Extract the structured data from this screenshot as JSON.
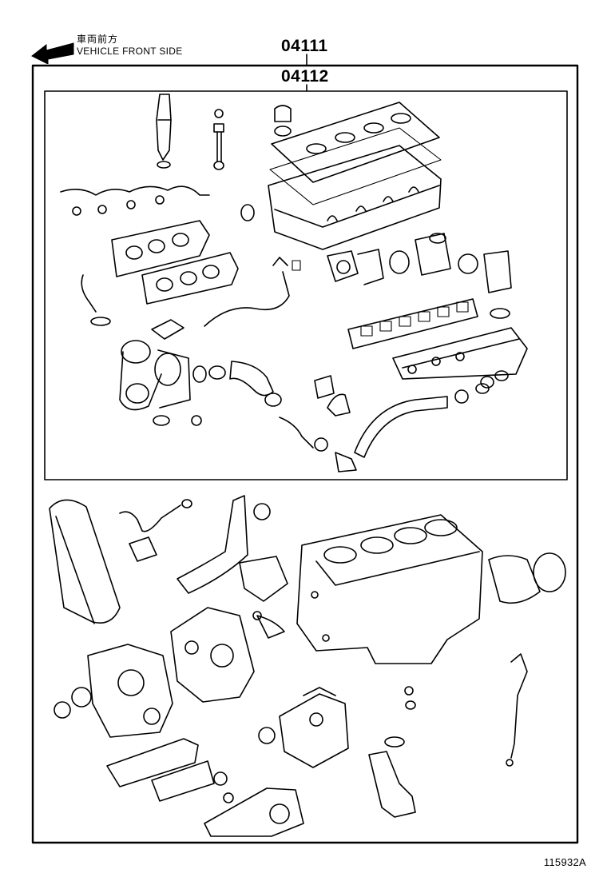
{
  "header": {
    "front_label_jp": "車両前方",
    "front_label_en": "VEHICLE FRONT SIDE",
    "direction_icon": "arrow-left-icon"
  },
  "callouts": {
    "outer_kit": "04111",
    "inner_kit": "04112"
  },
  "footer": {
    "diagram_code": "115932A"
  }
}
